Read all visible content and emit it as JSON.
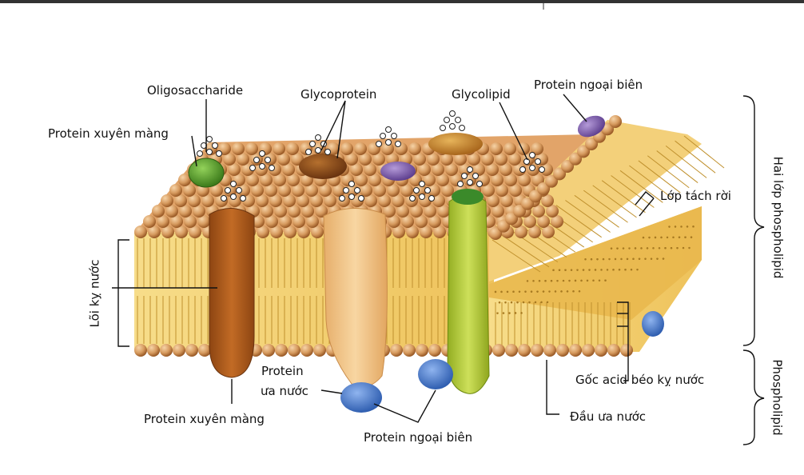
{
  "labels": {
    "oligosaccharide": "Oligosaccharide",
    "glycoprotein": "Glycoprotein",
    "glycolipid": "Glycolipid",
    "protein_ngoai_bien_top": "Protein ngoại biên",
    "protein_xuyen_mang_top": "Protein xuyên màng",
    "lop_tach_roi": "Lớp tách rời",
    "loi_ky_nuoc": "Lõi kỵ nước",
    "protein_ua_nuoc_line1": "Protein",
    "protein_ua_nuoc_line2": "ưa nước",
    "goc_acid_beo": "Gốc acid béo kỵ nước",
    "dau_ua_nuoc": "Đầu ưa nước",
    "protein_xuyen_mang_bottom": "Protein xuyên màng",
    "protein_ngoai_bien_bottom": "Protein ngoại biên",
    "hai_lop_phospholipid": "Hai lớp phospholipid",
    "phospholipid": "Phospholipid"
  },
  "colors": {
    "head": "#d69a5e",
    "head_dark": "#a8652e",
    "tail": "#f2cf72",
    "tail_line": "#b98a2a",
    "protein_brown": "#b5611f",
    "protein_peach": "#f3c98b",
    "protein_lime": "#b4cc3a",
    "protein_green": "#4f9a2a",
    "protein_blue": "#3f74c9",
    "protein_purple": "#7a5aa8",
    "protein_amber": "#c98a2a"
  }
}
